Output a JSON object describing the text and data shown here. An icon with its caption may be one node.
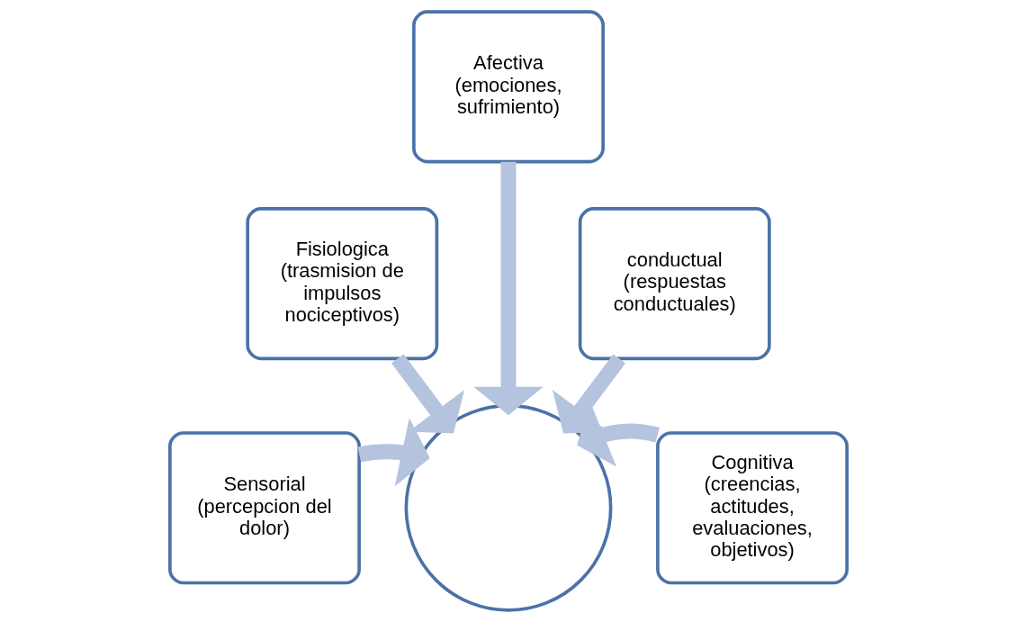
{
  "diagram": {
    "nodes": [
      {
        "text": [
          "Afectiva (emociones, sufrimiento)"
        ]
      },
      {
        "text": [
          "Fisiologica (trasmision de impulsos nociceptivos)"
        ]
      },
      {
        "text": [
          "conductual (respuestas conductuales)"
        ]
      },
      {
        "text": [
          "Sensorial (percepcion del dolor)"
        ]
      },
      {
        "text": [],
        "shape": "circle"
      },
      {
        "text": [
          "Cognitiva (creencias, actitudes, evaluaciones, objetivos)"
        ]
      }
    ],
    "edges": [
      {
        "from": 0,
        "to": 4,
        "arrow": "to"
      },
      {
        "from": 1,
        "to": 4,
        "arrow": "to"
      },
      {
        "from": 2,
        "to": 4,
        "arrow": "to"
      },
      {
        "from": 3,
        "to": 4,
        "arrow": "to"
      },
      {
        "from": 5,
        "to": 4,
        "arrow": "to"
      }
    ]
  }
}
